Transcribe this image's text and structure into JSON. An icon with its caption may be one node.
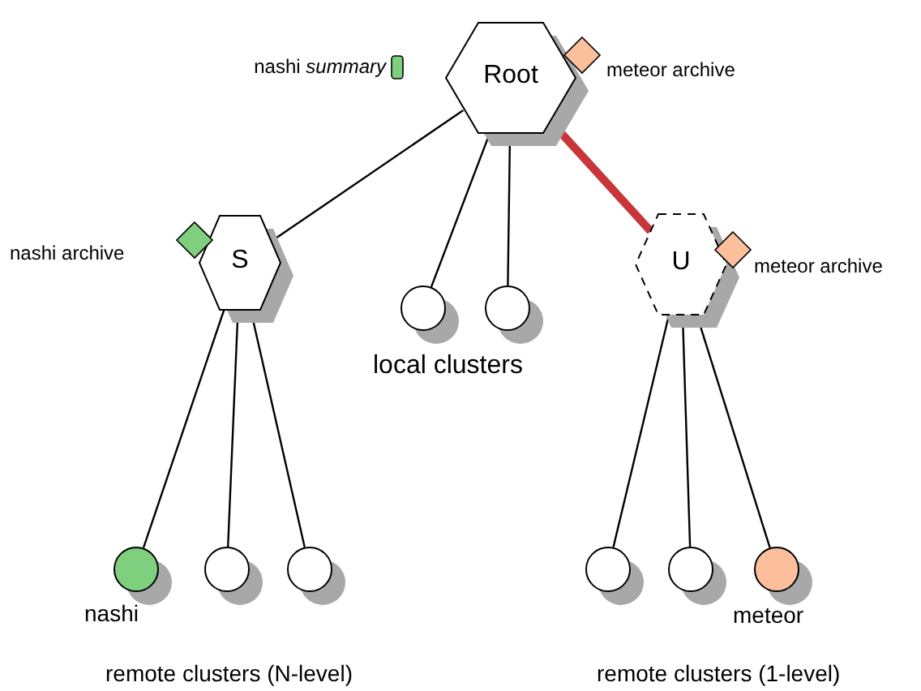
{
  "diagram": {
    "nodes": [
      {
        "text": [
          "Root"
        ]
      },
      {
        "text": [],
        "shape": "box",
        "beside": [
          "nashi *summary*"
        ]
      },
      {
        "text": [],
        "shape": "diamond",
        "beside": [
          "meteor archive"
        ]
      },
      {
        "text": [
          "S"
        ]
      },
      {
        "text": [],
        "shape": "diamond",
        "beside": [
          "nashi archive"
        ]
      },
      {
        "text": [],
        "shape": "circle"
      },
      {
        "text": [],
        "shape": "circle"
      },
      {
        "text": [
          "U"
        ]
      },
      {
        "text": [],
        "shape": "diamond",
        "beside": [
          "meteor archive"
        ]
      },
      {
        "text": [],
        "shape": "circle",
        "beside": [
          "nashi"
        ]
      },
      {
        "text": [],
        "shape": "circle"
      },
      {
        "text": [],
        "shape": "circle"
      },
      {
        "text": [],
        "shape": "circle"
      },
      {
        "text": [],
        "shape": "circle"
      },
      {
        "text": [],
        "shape": "circle",
        "beside": [
          "meteor"
        ]
      }
    ],
    "edges": [
      {
        "from": 0,
        "to": 3,
        "arrow": "none"
      },
      {
        "from": 0,
        "to": 5,
        "arrow": "none"
      },
      {
        "from": 0,
        "to": 6,
        "arrow": "none"
      },
      {
        "from": 0,
        "to": 7,
        "arrow": "none",
        "style": "thick",
        "color": "#c8363a"
      },
      {
        "from": 3,
        "to": 9,
        "arrow": "none"
      },
      {
        "from": 3,
        "to": 10,
        "arrow": "none"
      },
      {
        "from": 3,
        "to": 11,
        "arrow": "none"
      },
      {
        "from": 7,
        "to": 12,
        "arrow": "none"
      },
      {
        "from": 7,
        "to": 13,
        "arrow": "none"
      },
      {
        "from": 7,
        "to": 14,
        "arrow": "none"
      }
    ],
    "labels": [
      "local clusters",
      "remote clusters (N-level)",
      "remote clusters (1-level)"
    ]
  }
}
